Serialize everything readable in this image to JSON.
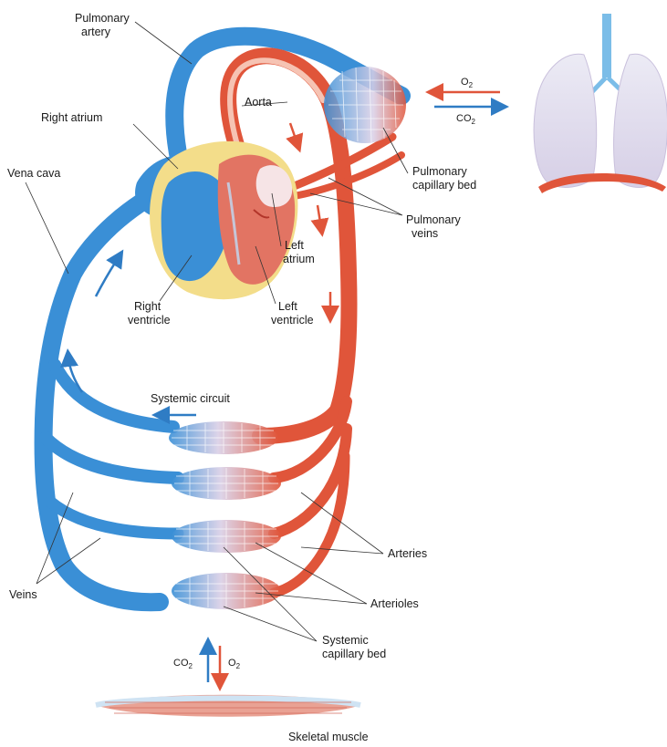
{
  "colors": {
    "deoxygenated": "#3a8fd6",
    "deoxygenated_light": "#8ec4ee",
    "oxygenated": "#e0553a",
    "oxygenated_light": "#f2b09a",
    "heart_fat": "#f3dd8a",
    "lung": "#e3def0",
    "capillary_mix": "#d9cfe6"
  },
  "labels": {
    "pulmonary_artery_1": "Pulmonary",
    "pulmonary_artery_2": "artery",
    "right_atrium": "Right atrium",
    "aorta": "Aorta",
    "vena_cava": "Vena cava",
    "pulmonary_capillary_bed_1": "Pulmonary",
    "pulmonary_capillary_bed_2": "capillary bed",
    "pulmonary_veins_1": "Pulmonary",
    "pulmonary_veins_2": "veins",
    "left_atrium_1": "Left",
    "left_atrium_2": "atrium",
    "right_ventricle_1": "Right",
    "right_ventricle_2": "ventricle",
    "left_ventricle_1": "Left",
    "left_ventricle_2": "ventricle",
    "systemic_circuit": "Systemic circuit",
    "arteries": "Arteries",
    "veins": "Veins",
    "arterioles": "Arterioles",
    "systemic_capillary_bed_1": "Systemic",
    "systemic_capillary_bed_2": "capillary bed",
    "skeletal_muscle": "Skeletal muscle"
  },
  "gas_exchange": {
    "lungs": {
      "in": "O",
      "in_sub": "2",
      "out": "CO",
      "out_sub": "2"
    },
    "muscle": {
      "out": "CO",
      "out_sub": "2",
      "in": "O",
      "in_sub": "2"
    }
  }
}
